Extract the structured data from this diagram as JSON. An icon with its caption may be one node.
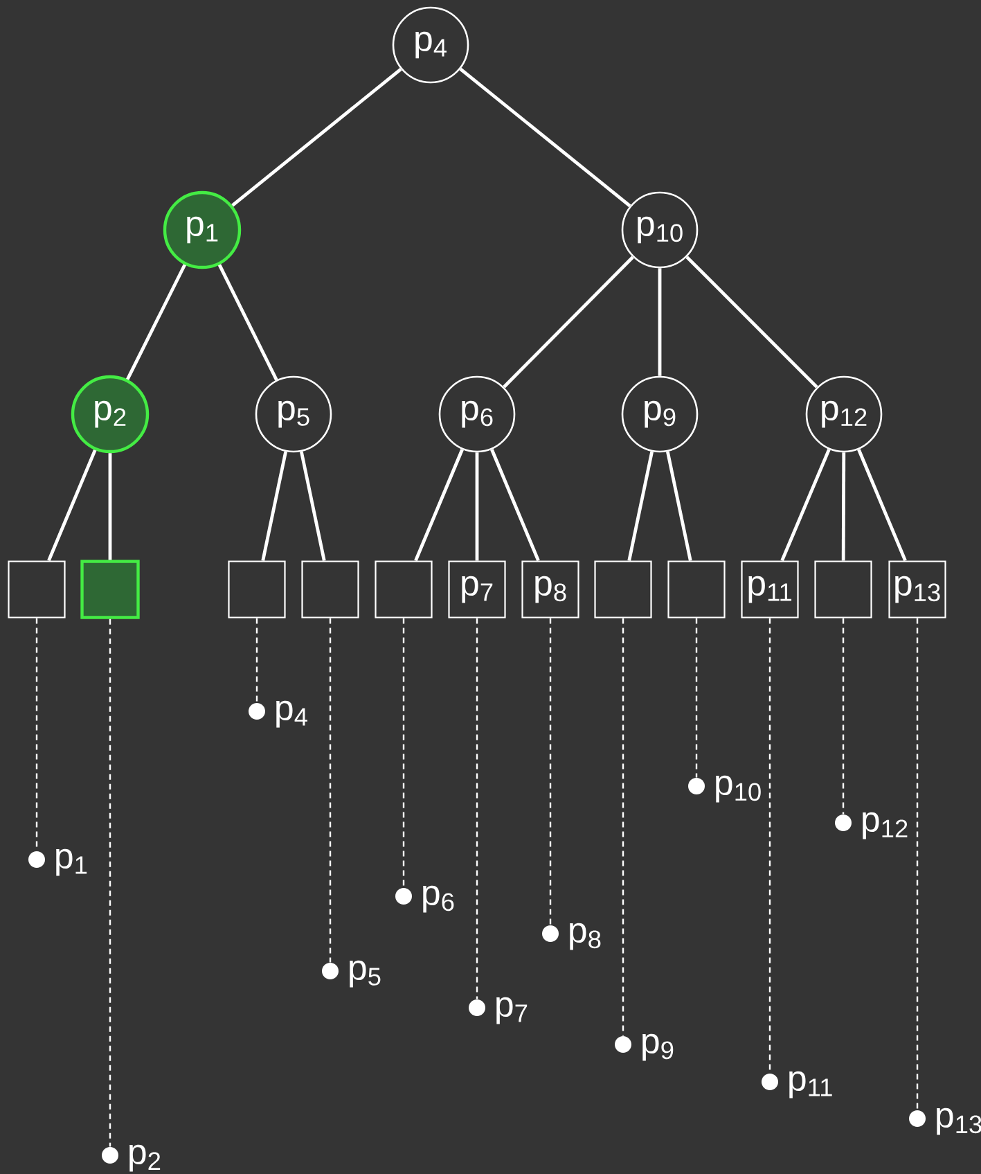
{
  "diagram": {
    "nodes": [
      {
        "text": [
          "p$_{4}$"
        ]
      },
      {
        "text": [
          "p$_{1}$"
        ]
      },
      {
        "text": [
          "p$_{10}$"
        ]
      },
      {
        "text": [
          "p$_{2}$"
        ]
      },
      {
        "text": [
          "p$_{5}$"
        ]
      },
      {
        "text": [
          "p$_{6}$"
        ]
      },
      {
        "text": [
          "p$_{9}$"
        ]
      },
      {
        "text": [
          "p$_{12}$"
        ]
      },
      {
        "text": [],
        "shape": "box"
      },
      {
        "text": [],
        "shape": "box"
      },
      {
        "text": [],
        "shape": "box"
      },
      {
        "text": [],
        "shape": "box"
      },
      {
        "text": [],
        "shape": "box"
      },
      {
        "text": [
          "p$_{7}$"
        ]
      },
      {
        "text": [
          "p$_{8}$"
        ]
      },
      {
        "text": [],
        "shape": "box"
      },
      {
        "text": [],
        "shape": "box"
      },
      {
        "text": [
          "p$_{11}$"
        ]
      },
      {
        "text": [],
        "shape": "box"
      },
      {
        "text": [
          "p$_{13}$"
        ]
      },
      {
        "text": [],
        "shape": "circle",
        "beside": [
          "p$_{1}$"
        ]
      },
      {
        "text": [],
        "shape": "circle",
        "beside": [
          "p$_{2}$"
        ]
      },
      {
        "text": [],
        "shape": "circle",
        "beside": [
          "p$_{4}$"
        ]
      },
      {
        "text": [],
        "shape": "circle",
        "beside": [
          "p$_{5}$"
        ]
      },
      {
        "text": [],
        "shape": "circle",
        "beside": [
          "p$_{6}$"
        ]
      },
      {
        "text": [],
        "shape": "circle",
        "beside": [
          "p$_{7}$"
        ]
      },
      {
        "text": [],
        "shape": "circle",
        "beside": [
          "p$_{8}$"
        ]
      },
      {
        "text": [],
        "shape": "circle",
        "beside": [
          "p$_{9}$"
        ]
      },
      {
        "text": [],
        "shape": "circle",
        "beside": [
          "p$_{10}$"
        ]
      },
      {
        "text": [],
        "shape": "circle",
        "beside": [
          "p$_{11}$"
        ]
      },
      {
        "text": [],
        "shape": "circle",
        "beside": [
          "p$_{12}$"
        ]
      },
      {
        "text": [],
        "shape": "circle",
        "beside": [
          "p$_{13}$"
        ]
      }
    ],
    "edges": [
      {
        "from": 0,
        "to": 1,
        "arrow": "none"
      },
      {
        "from": 0,
        "to": 2,
        "arrow": "none"
      },
      {
        "from": 1,
        "to": 3,
        "arrow": "none"
      },
      {
        "from": 1,
        "to": 4,
        "arrow": "none"
      },
      {
        "from": 2,
        "to": 5,
        "arrow": "none"
      },
      {
        "from": 2,
        "to": 6,
        "arrow": "none"
      },
      {
        "from": 2,
        "to": 7,
        "arrow": "none"
      },
      {
        "from": 3,
        "to": 8,
        "arrow": "none"
      },
      {
        "from": 3,
        "to": 9,
        "arrow": "none"
      },
      {
        "from": 4,
        "to": 10,
        "arrow": "none"
      },
      {
        "from": 4,
        "to": 11,
        "arrow": "none"
      },
      {
        "from": 5,
        "to": 12,
        "arrow": "none"
      },
      {
        "from": 5,
        "to": 13,
        "arrow": "none"
      },
      {
        "from": 5,
        "to": 14,
        "arrow": "none"
      },
      {
        "from": 6,
        "to": 15,
        "arrow": "none"
      },
      {
        "from": 6,
        "to": 16,
        "arrow": "none"
      },
      {
        "from": 7,
        "to": 17,
        "arrow": "none"
      },
      {
        "from": 7,
        "to": 18,
        "arrow": "none"
      },
      {
        "from": 7,
        "to": 19,
        "arrow": "none"
      },
      {
        "from": 8,
        "to": 20,
        "arrow": "none",
        "style": "dashed"
      },
      {
        "from": 9,
        "to": 21,
        "arrow": "none",
        "style": "dashed"
      },
      {
        "from": 10,
        "to": 22,
        "arrow": "none",
        "style": "dashed"
      },
      {
        "from": 11,
        "to": 23,
        "arrow": "none",
        "style": "dashed"
      },
      {
        "from": 12,
        "to": 24,
        "arrow": "none",
        "style": "dashed"
      },
      {
        "from": 13,
        "to": 25,
        "arrow": "none",
        "style": "dashed"
      },
      {
        "from": 14,
        "to": 26,
        "arrow": "none",
        "style": "dashed"
      },
      {
        "from": 15,
        "to": 27,
        "arrow": "none",
        "style": "dashed"
      },
      {
        "from": 16,
        "to": 28,
        "arrow": "none",
        "style": "dashed"
      },
      {
        "from": 17,
        "to": 29,
        "arrow": "none",
        "style": "dashed"
      },
      {
        "from": 18,
        "to": 30,
        "arrow": "none",
        "style": "dashed"
      },
      {
        "from": 19,
        "to": 31,
        "arrow": "none",
        "style": "dashed"
      }
    ]
  }
}
